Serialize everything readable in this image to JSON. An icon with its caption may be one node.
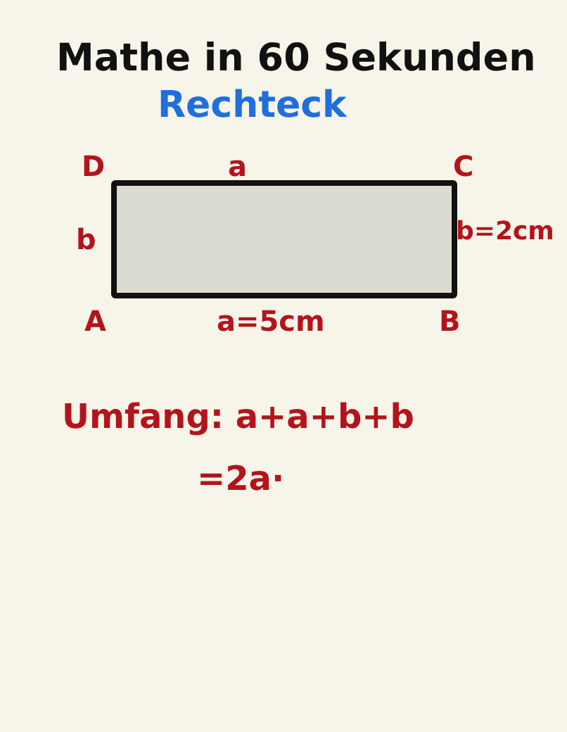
{
  "diagram": {
    "title": "Mathe in 60 Sekunden",
    "labels": [
      "Rechteck",
      "D",
      "a",
      "C",
      "b",
      "b=2cm",
      "A",
      "a=5cm",
      "B",
      "Umfang: a+a+b+b",
      "=2a·"
    ]
  }
}
